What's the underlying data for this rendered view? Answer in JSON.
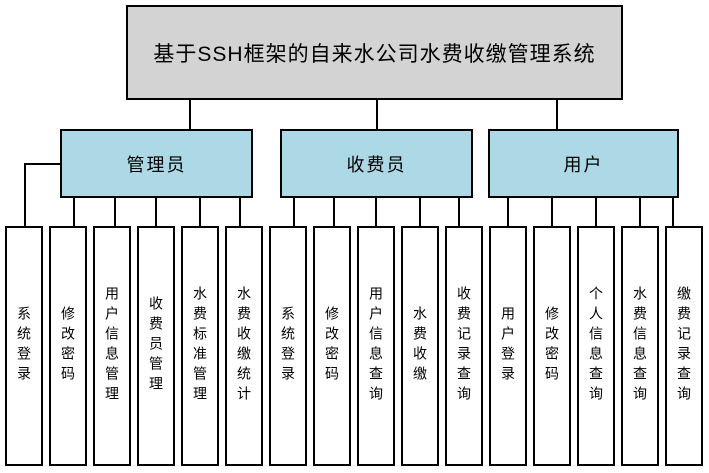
{
  "diagram": {
    "title": "基于SSH框架的自来水公司水费收缴管理系统",
    "roles": [
      {
        "label": "管理员",
        "children": [
          "系统登录",
          "修改密码",
          "用户信息管理",
          "收费员管理",
          "水费标准管理",
          "水费收缴统计"
        ]
      },
      {
        "label": "收费员",
        "children": [
          "系统登录",
          "修改密码",
          "用户信息查询",
          "水费收缴",
          "收费记录查询"
        ]
      },
      {
        "label": "用户",
        "children": [
          "用户登录",
          "修改密码",
          "个人信息查询",
          "水费信息查询",
          "缴费记录查询"
        ]
      }
    ],
    "colors": {
      "title_bg": "#d3d3d3",
      "role_bg": "#add8e6",
      "leaf_bg": "#ffffff",
      "line": "#000000",
      "text": "#000000",
      "canvas_bg": "#ffffff"
    }
  }
}
